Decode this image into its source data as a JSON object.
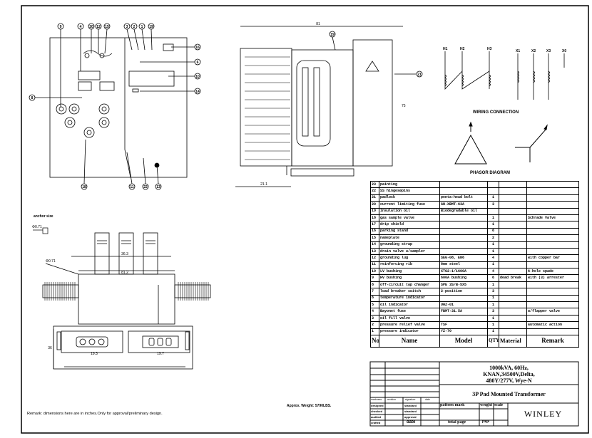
{
  "bom": {
    "header": {
      "no": "No.",
      "name": "Name",
      "model": "Model",
      "qty": "QTY",
      "material": "Material",
      "remark": "Remark"
    },
    "rows": [
      {
        "no": "23",
        "name": "painting",
        "model": "",
        "qty": "",
        "material": "",
        "remark": ""
      },
      {
        "no": "22",
        "name": "SS hingesøpins",
        "model": "",
        "qty": "",
        "material": "",
        "remark": ""
      },
      {
        "no": "21",
        "name": "padlock",
        "model": "penta-head bolt",
        "qty": "1",
        "material": "",
        "remark": ""
      },
      {
        "no": "20",
        "name": "current limiting fuse",
        "model": "GN-XBMT-63A",
        "qty": "3",
        "material": "",
        "remark": ""
      },
      {
        "no": "19",
        "name": "insulation oil",
        "model": "Biodegradable oil",
        "qty": "",
        "material": "",
        "remark": ""
      },
      {
        "no": "18",
        "name": "gas sample valve",
        "model": "",
        "qty": "1",
        "material": "",
        "remark": "Schrade Valve"
      },
      {
        "no": "17",
        "name": "drip shield",
        "model": "",
        "qty": "1",
        "material": "",
        "remark": ""
      },
      {
        "no": "16",
        "name": "parking stand",
        "model": "",
        "qty": "6",
        "material": "",
        "remark": ""
      },
      {
        "no": "15",
        "name": "nameplate",
        "model": "",
        "qty": "2",
        "material": "",
        "remark": ""
      },
      {
        "no": "14",
        "name": "grounding strap",
        "model": "",
        "qty": "1",
        "material": "",
        "remark": ""
      },
      {
        "no": "13",
        "name": "drain valve w/sampler",
        "model": "",
        "qty": "1",
        "material": "",
        "remark": ""
      },
      {
        "no": "12",
        "name": "grounding lug",
        "model": "SEG-08, EN6",
        "qty": "4",
        "material": "",
        "remark": "with copper bar"
      },
      {
        "no": "11",
        "name": "reinforcing rib",
        "model": "8mm steel",
        "qty": "1",
        "material": "",
        "remark": ""
      },
      {
        "no": "10",
        "name": "LV bushing",
        "model": "XTG2-1/1600A",
        "qty": "4",
        "material": "",
        "remark": "6-hole spade"
      },
      {
        "no": "9",
        "name": "HV bushing",
        "model": "600A bushing",
        "qty": "6",
        "material": "dead break",
        "remark": "with (3) arrester"
      },
      {
        "no": "8",
        "name": "off-circuit tap changer",
        "model": "SPE 3S/B-5X5",
        "qty": "1",
        "material": "",
        "remark": ""
      },
      {
        "no": "7",
        "name": "load breaker switch",
        "model": "2-position",
        "qty": "3",
        "material": "",
        "remark": ""
      },
      {
        "no": "6",
        "name": "temperature indicator",
        "model": "",
        "qty": "1",
        "material": "",
        "remark": ""
      },
      {
        "no": "5",
        "name": "oil indicator",
        "model": "UHZ-01",
        "qty": "1",
        "material": "",
        "remark": ""
      },
      {
        "no": "4",
        "name": "Bayonet fuse",
        "model": "FBMT-31.5A",
        "qty": "3",
        "material": "",
        "remark": "w/flapper valve"
      },
      {
        "no": "3",
        "name": "oil fill valve",
        "model": "",
        "qty": "1",
        "material": "",
        "remark": ""
      },
      {
        "no": "2",
        "name": "pressure relief valve",
        "model": "TSF",
        "qty": "1",
        "material": "",
        "remark": "automatic action"
      },
      {
        "no": "1",
        "name": "pressure indicator",
        "model": "YZ-70",
        "qty": "1",
        "material": "",
        "remark": ""
      }
    ]
  },
  "title_block": {
    "spec_lines": [
      "1000kVA, 60Hz,",
      "KNAN,34500V,Delta,",
      "480Y/277V, Wye-N"
    ],
    "product": "3P Pad Mounted Transformer",
    "company": "WINLEY",
    "pattern_mark": "pattern mark",
    "weight": "weight",
    "scale": "scale",
    "total_page": "total page",
    "page": "page",
    "rev_labels": [
      "markness",
      "revision",
      "signature",
      "date"
    ],
    "roles": [
      "designed",
      "checked",
      "audited",
      "crafted"
    ],
    "role_values": [
      "standard",
      "standard",
      "approval",
      "date"
    ]
  },
  "annotations": {
    "anchor_size": "anchor size",
    "wiring_connection": "WIRING CONNECTION",
    "phasor_diagram": "PHASOR DIAGRAM",
    "approx_weight": "Approx. Weight: 5790LBS.",
    "remark": "Remark: dimensions here are in inches.Only for approval/preliminary design.",
    "hv_terminals": [
      "H1",
      "H2",
      "H3"
    ],
    "lv_terminals": [
      "X1",
      "X2",
      "X3",
      "X0"
    ],
    "dims": {
      "side_width": "81",
      "side_base": "21.1",
      "side_height": "75",
      "top_width": "81.2",
      "phi1": "Φ0.71",
      "phi2": "Φ0.71",
      "base1": "19.3",
      "base2": "19.7",
      "top_inner": "36.3",
      "base_h": "36"
    }
  },
  "balloons": {
    "front_top": [
      "9",
      "4",
      "20",
      "12",
      "15",
      "3",
      "2",
      "1",
      "19"
    ],
    "front_side": [
      "16",
      "6",
      "10",
      "14",
      "8"
    ],
    "front_bottom": [
      "18",
      "11",
      "22",
      "13"
    ],
    "side_view": [
      "19",
      "21"
    ]
  },
  "colors": {
    "line": "#000000",
    "paper": "#ffffff"
  }
}
